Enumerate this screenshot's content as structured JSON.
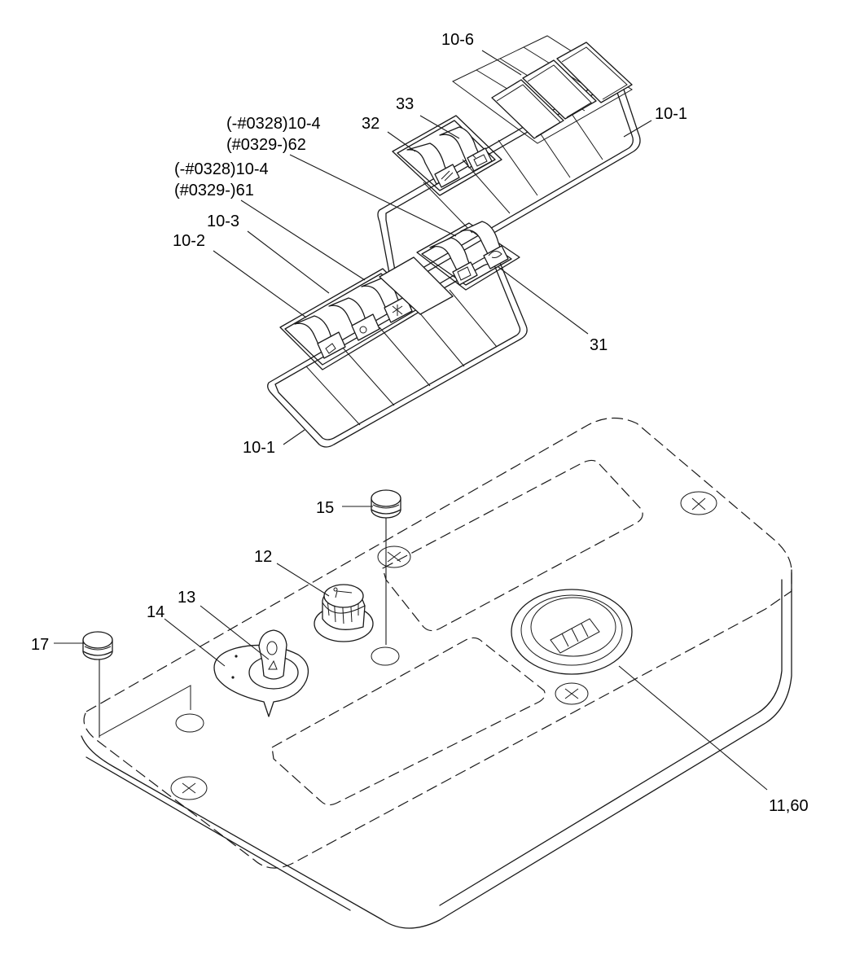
{
  "callouts": {
    "c10_6": "10-6",
    "c33": "33",
    "c32": "32",
    "c10_1_top": "10-1",
    "c10_4a_line1": "(-#0328)10-4",
    "c10_4a_line2": "(#0329-)62",
    "c10_4b_line1": "(-#0328)10-4",
    "c10_4b_line2": "(#0329-)61",
    "c10_3": "10-3",
    "c10_2": "10-2",
    "c31": "31",
    "c10_1_bottom": "10-1",
    "c15": "15",
    "c12": "12",
    "c13": "13",
    "c14": "14",
    "c17": "17",
    "c11_60": "11,60"
  },
  "parts": [
    "switch-panel-upper",
    "switch-panel-lower",
    "switch-bezel-33",
    "switch-bezel-32",
    "switch-bezel-10-2",
    "switch-bezel-10-3",
    "switch-bezel-31",
    "console-housing",
    "hour-meter",
    "ignition-key-switch",
    "key-plate",
    "knob-12",
    "plug-15",
    "plug-17"
  ],
  "icons": [
    "work-light-icon",
    "wiper-icon",
    "rotating-beacon-icon",
    "horn-icon",
    "star-icon",
    "light-icon",
    "arrow-icon",
    "screw-icon"
  ]
}
